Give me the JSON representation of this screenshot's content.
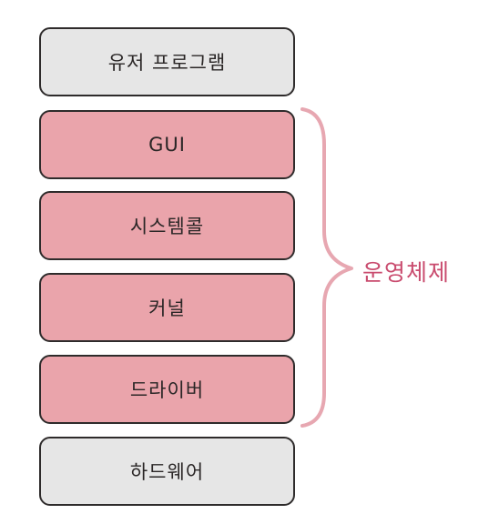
{
  "layers": [
    {
      "label": "유저 프로그램",
      "style": "gray"
    },
    {
      "label": "GUI",
      "style": "pink"
    },
    {
      "label": "시스템콜",
      "style": "pink"
    },
    {
      "label": "커널",
      "style": "pink"
    },
    {
      "label": "드라이버",
      "style": "pink"
    },
    {
      "label": "하드웨어",
      "style": "gray"
    }
  ],
  "bracket_label": "운영체제",
  "colors": {
    "gray_fill": "#e6e6e6",
    "pink_fill": "#eaa4ab",
    "border": "#2e2b2b",
    "bracket": "#e7a7b1",
    "label_text": "#c94b6e"
  }
}
